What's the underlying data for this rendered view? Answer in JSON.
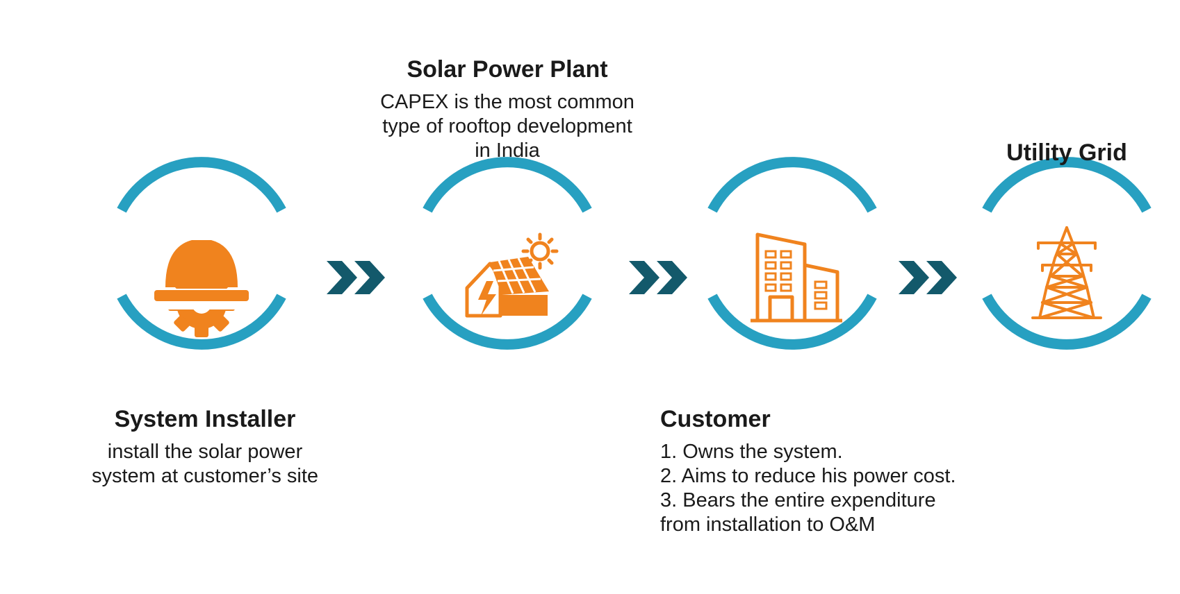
{
  "colors": {
    "ring": "#27a0c1",
    "icon": "#f0831e",
    "chevron": "#13596b",
    "text": "#1a1a1a"
  },
  "stages": [
    {
      "id": "system-installer",
      "icon": "hardhat-gear-icon",
      "title": "System Installer",
      "lines": [
        "install the solar power",
        "system at customer’s site"
      ]
    },
    {
      "id": "solar-power-plant",
      "icon": "solar-roof-icon",
      "title": "Solar Power Plant",
      "lines": [
        "CAPEX is the most common",
        "type of rooftop development",
        "in India"
      ]
    },
    {
      "id": "customer",
      "icon": "building-icon",
      "title": "Customer",
      "lines": [
        "1. Owns the system.",
        "2. Aims to reduce his power cost.",
        "3. Bears the entire expenditure",
        "from installation to O&M"
      ]
    },
    {
      "id": "utility-grid",
      "icon": "transmission-tower-icon",
      "title": "Utility Grid",
      "lines": []
    }
  ]
}
